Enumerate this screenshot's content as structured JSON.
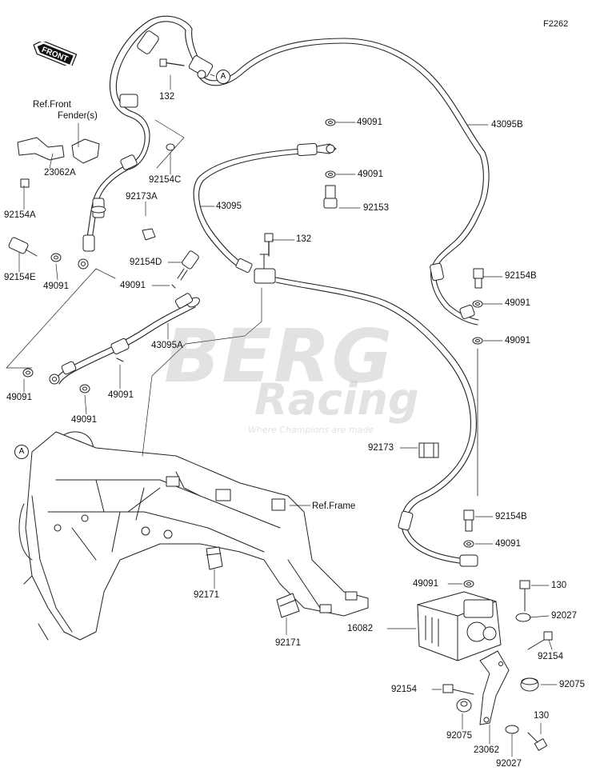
{
  "diagram_code": "F2262",
  "front_label": "FRONT",
  "watermark": {
    "line1": "BERG",
    "line2": "Racing",
    "tagline": "Where Champions are made"
  },
  "ref_labels": {
    "front_fender": "Ref.Front",
    "front_fender_2": "Fender(s)",
    "frame": "Ref.Frame"
  },
  "connectors": {
    "a_top": "A",
    "a_frame": "A"
  },
  "parts": [
    {
      "id": "132-top",
      "number": "132"
    },
    {
      "id": "43095b",
      "number": "43095B"
    },
    {
      "id": "49091-a",
      "number": "49091"
    },
    {
      "id": "49091-b",
      "number": "49091"
    },
    {
      "id": "92153",
      "number": "92153"
    },
    {
      "id": "43095",
      "number": "43095"
    },
    {
      "id": "132-mid",
      "number": "132"
    },
    {
      "id": "92154c",
      "number": "92154C"
    },
    {
      "id": "92173a",
      "number": "92173A"
    },
    {
      "id": "23062a",
      "number": "23062A"
    },
    {
      "id": "92154a",
      "number": "92154A"
    },
    {
      "id": "92154e",
      "number": "92154E"
    },
    {
      "id": "49091-c",
      "number": "49091"
    },
    {
      "id": "92154d",
      "number": "92154D"
    },
    {
      "id": "49091-d",
      "number": "49091"
    },
    {
      "id": "43095a",
      "number": "43095A"
    },
    {
      "id": "49091-e",
      "number": "49091"
    },
    {
      "id": "49091-f",
      "number": "49091"
    },
    {
      "id": "49091-g",
      "number": "49091"
    },
    {
      "id": "92154b-a",
      "number": "92154B"
    },
    {
      "id": "49091-h",
      "number": "49091"
    },
    {
      "id": "49091-i",
      "number": "49091"
    },
    {
      "id": "92173",
      "number": "92173"
    },
    {
      "id": "92154b-b",
      "number": "92154B"
    },
    {
      "id": "49091-j",
      "number": "49091"
    },
    {
      "id": "49091-k",
      "number": "49091"
    },
    {
      "id": "130-a",
      "number": "130"
    },
    {
      "id": "16082",
      "number": "16082"
    },
    {
      "id": "92027-a",
      "number": "92027"
    },
    {
      "id": "92154-a",
      "number": "92154"
    },
    {
      "id": "92154-b",
      "number": "92154"
    },
    {
      "id": "92075-a",
      "number": "92075"
    },
    {
      "id": "92075-b",
      "number": "92075"
    },
    {
      "id": "130-b",
      "number": "130"
    },
    {
      "id": "23062",
      "number": "23062"
    },
    {
      "id": "92027-b",
      "number": "92027"
    },
    {
      "id": "92171-a",
      "number": "92171"
    },
    {
      "id": "92171-b",
      "number": "92171"
    }
  ]
}
